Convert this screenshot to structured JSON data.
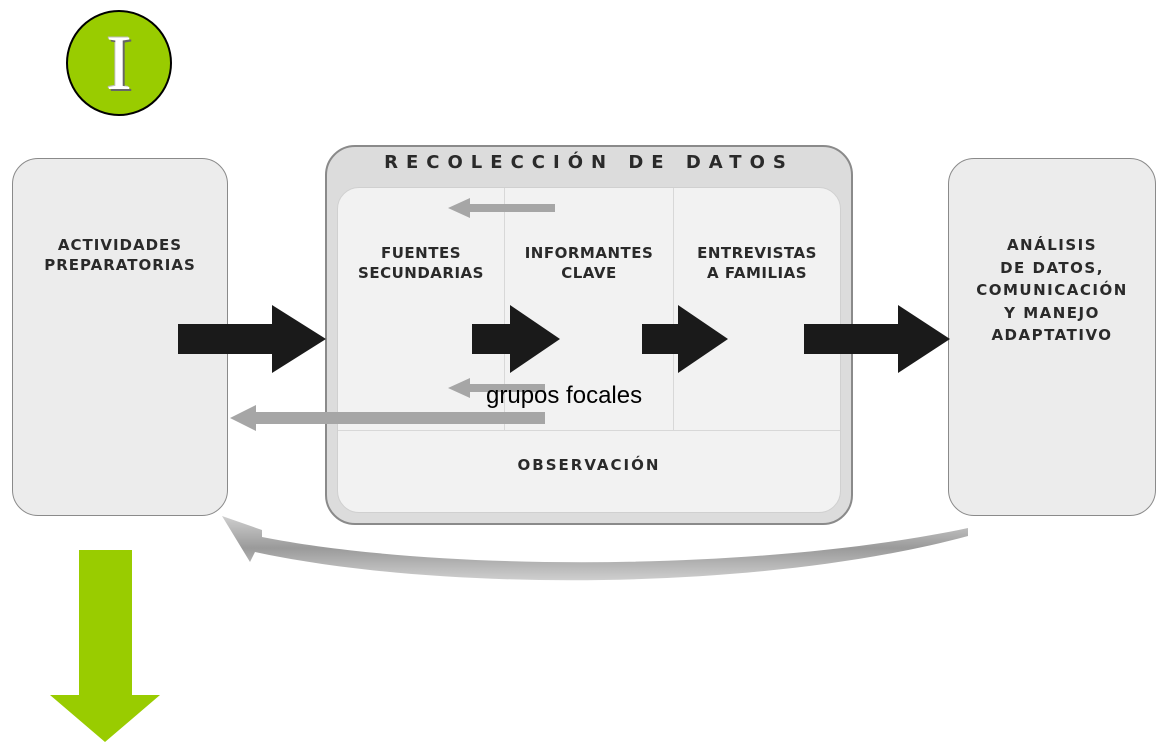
{
  "badge": {
    "letter": "I"
  },
  "left_box": {
    "line1": "ACTIVIDADES",
    "line2": "PREPARATORIAS"
  },
  "center": {
    "title": "RECOLECCIÓN DE DATOS",
    "col1": {
      "line1": "FUENTES",
      "line2": "SECUNDARIAS"
    },
    "col2": {
      "line1": "INFORMANTES",
      "line2": "CLAVE"
    },
    "col3": {
      "line1": "ENTREVISTAS",
      "line2": "A FAMILIAS"
    },
    "focales": "grupos focales",
    "observacion": "OBSERVACIÓN"
  },
  "right_box": {
    "line1": "ANÁLISIS",
    "line2": "DE DATOS,",
    "line3": "COMUNICACIÓN",
    "line4": "Y MANEJO",
    "line5": "ADAPTATIVO"
  },
  "colors": {
    "accent_green": "#99cc00",
    "arrow_dark": "#1a1a1a",
    "arrow_gray": "#a6a6a6",
    "box_fill": "#ececec"
  }
}
